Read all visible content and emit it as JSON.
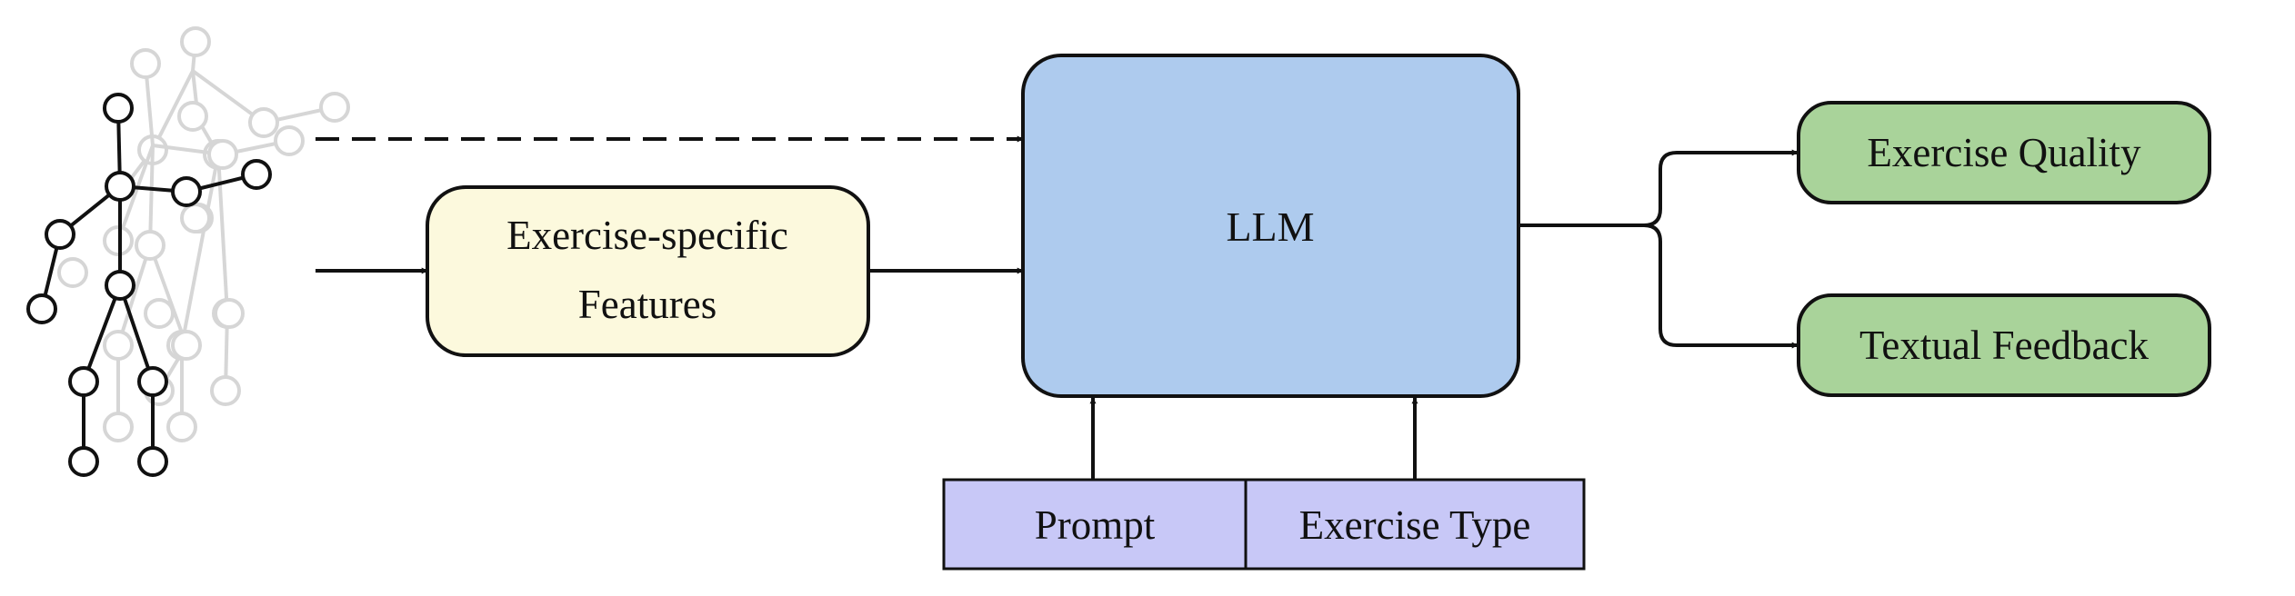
{
  "nodes": {
    "features": {
      "line1": "Exercise-specific",
      "line2": "Features"
    },
    "llm": {
      "label": "LLM"
    },
    "prompt": {
      "label": "Prompt"
    },
    "exercise_type": {
      "label": "Exercise Type"
    },
    "exercise_quality": {
      "label": "Exercise Quality"
    },
    "textual_feedback": {
      "label": "Textual Feedback"
    }
  },
  "colors": {
    "features_fill": "#fcf9dd",
    "llm_fill": "#aecbee",
    "input_fill": "#c8c8f7",
    "output_fill": "#a9d39a",
    "stroke": "#111111",
    "skeleton_ghost": "#d6d6d6"
  },
  "icons": [
    "skeleton-pose-icon"
  ]
}
